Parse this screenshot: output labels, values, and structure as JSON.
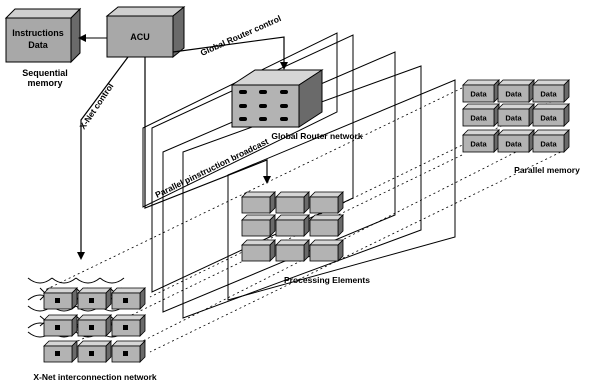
{
  "blocks": {
    "instructions_data": [
      "Instructions",
      "Data"
    ],
    "acu": "ACU",
    "sequential_memory": [
      "Sequential",
      "memory"
    ],
    "global_router_network": "Global Router network",
    "processing_elements": "Processing Elements",
    "parallel_memory": "Parallel memory",
    "xnet_network": "X-Net interconnection network"
  },
  "arrows": {
    "global_router_control": "Global Router control",
    "xnet_control": "X-Net control",
    "parallel_instruction_broadcast": "Parallel pinstruction broadcast"
  },
  "memory_cell_label": "Data",
  "memory_grid": {
    "rows": 3,
    "cols": 3
  },
  "pe_grid": {
    "rows": 3,
    "cols": 3
  },
  "router_grid": {
    "rows": 3,
    "cols": 3
  },
  "xnet_grid": {
    "rows": 3,
    "cols": 3
  }
}
